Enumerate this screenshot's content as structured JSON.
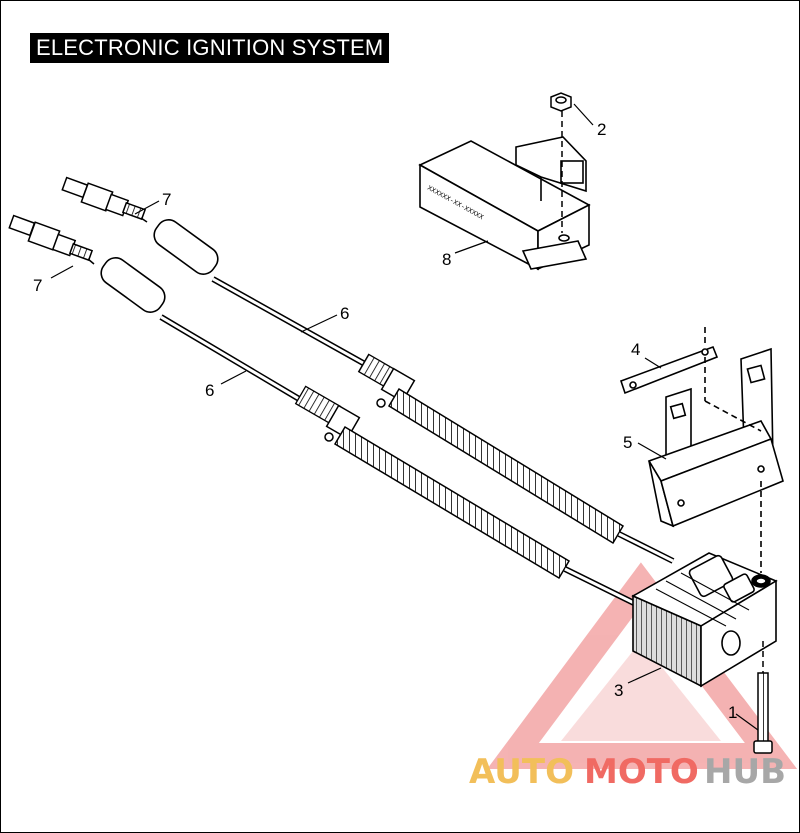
{
  "title": "ELECTRONIC IGNITION SYSTEM",
  "callouts": {
    "c1": "1",
    "c2": "2",
    "c3": "3",
    "c4": "4",
    "c5": "5",
    "c6a": "6",
    "c6b": "6",
    "c7a": "7",
    "c7b": "7",
    "c8": "8"
  },
  "module_label": "XXXXXX-XX-XXXXX",
  "watermark": {
    "part1": "AUTO",
    "part2": "MOTO",
    "part3": "HUB",
    "colors": {
      "auto": "#f2bf5a",
      "moto": "#f06a63",
      "hub": "#a7a7a7",
      "triangle": "#f19999"
    }
  }
}
